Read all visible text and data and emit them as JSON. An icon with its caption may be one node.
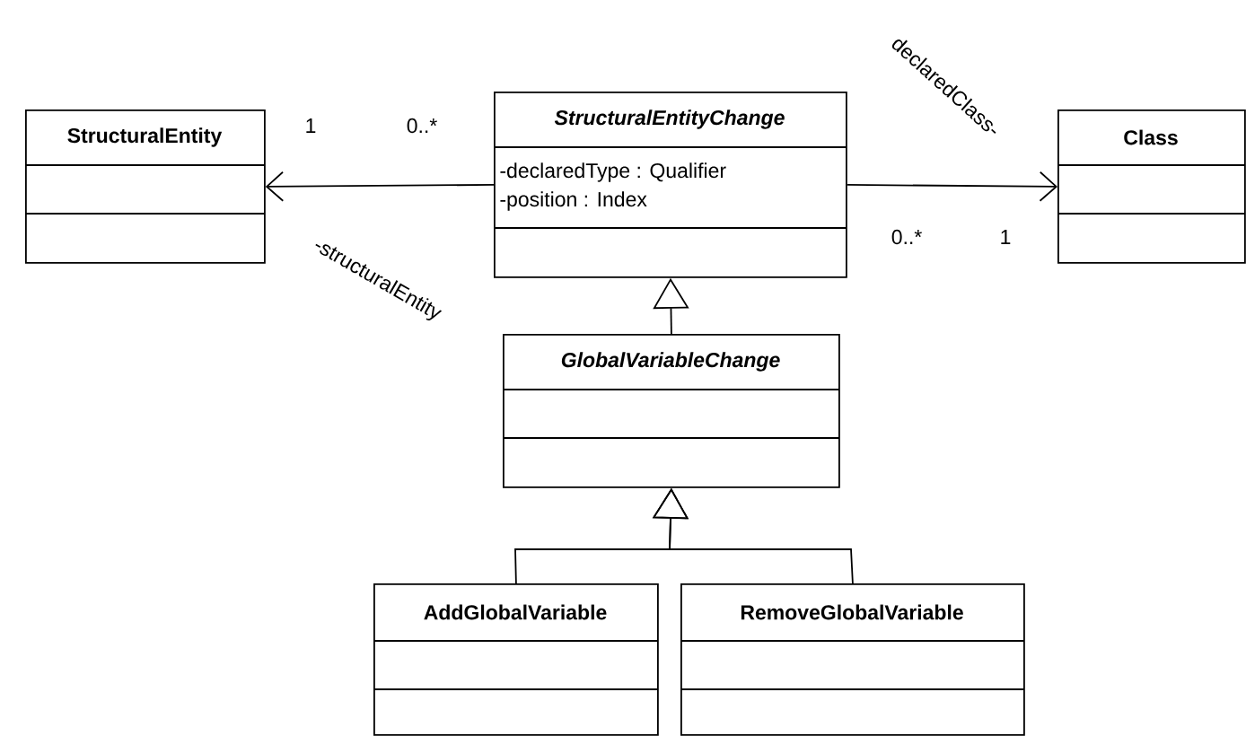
{
  "diagram": {
    "nodes": [
      {
        "text": [
          "StructuralEntity"
        ]
      },
      {
        "text": [
          "StructuralEntityChange",
          "-declaredType : Qualifier",
          "-position : Index"
        ]
      },
      {
        "text": [
          "Class"
        ]
      },
      {
        "text": [
          "GlobalVariableChange"
        ]
      },
      {
        "text": [
          "AddGlobalVariable"
        ]
      },
      {
        "text": [
          "RemoveGlobalVariable"
        ]
      }
    ],
    "edges": [
      {
        "from": 1,
        "to": 0,
        "arrow": "to",
        "label": "-structuralEntity"
      },
      {
        "from": 1,
        "to": 2,
        "arrow": "to",
        "label": "declaredClass-"
      },
      {
        "from": 3,
        "to": 1,
        "arrow": "to"
      },
      {
        "from": 4,
        "to": 3,
        "arrow": "to"
      },
      {
        "from": 5,
        "to": 3,
        "arrow": "to"
      }
    ],
    "labels": [
      "1",
      "0..*",
      "0..*",
      "1"
    ]
  }
}
